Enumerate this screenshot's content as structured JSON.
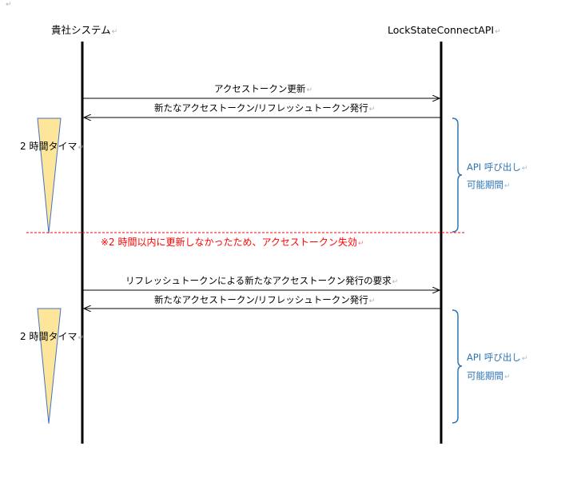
{
  "participants": {
    "left": "貴社システム",
    "right": "LockStateConnectAPI"
  },
  "messages": [
    {
      "text": "アクセストークン更新",
      "direction": "right"
    },
    {
      "text": "新たなアクセストークン/リフレッシュトークン発行",
      "direction": "left"
    },
    {
      "text": "リフレッシュトークンによる新たなアクセストークン発行の要求",
      "direction": "right"
    },
    {
      "text": "新たなアクセストークン/リフレッシュトークン発行",
      "direction": "left"
    }
  ],
  "timers": [
    {
      "label": "2 時間タイマ"
    },
    {
      "label": "2 時間タイマ"
    }
  ],
  "api_periods": [
    {
      "line1": "API 呼び出し",
      "line2": "可能期間"
    },
    {
      "line1": "API 呼び出し",
      "line2": "可能期間"
    }
  ],
  "expiry_note": "※2 時間以内に更新しなかったため、アクセストークン失効",
  "paragraph_mark": "↵",
  "colors": {
    "timer_fill": "#fde59a",
    "timer_stroke": "#4472c4",
    "brace": "#2e75b6",
    "expiry_line": "#ff0000",
    "expiry_text": "#ff0000",
    "lifeline": "#000000"
  }
}
